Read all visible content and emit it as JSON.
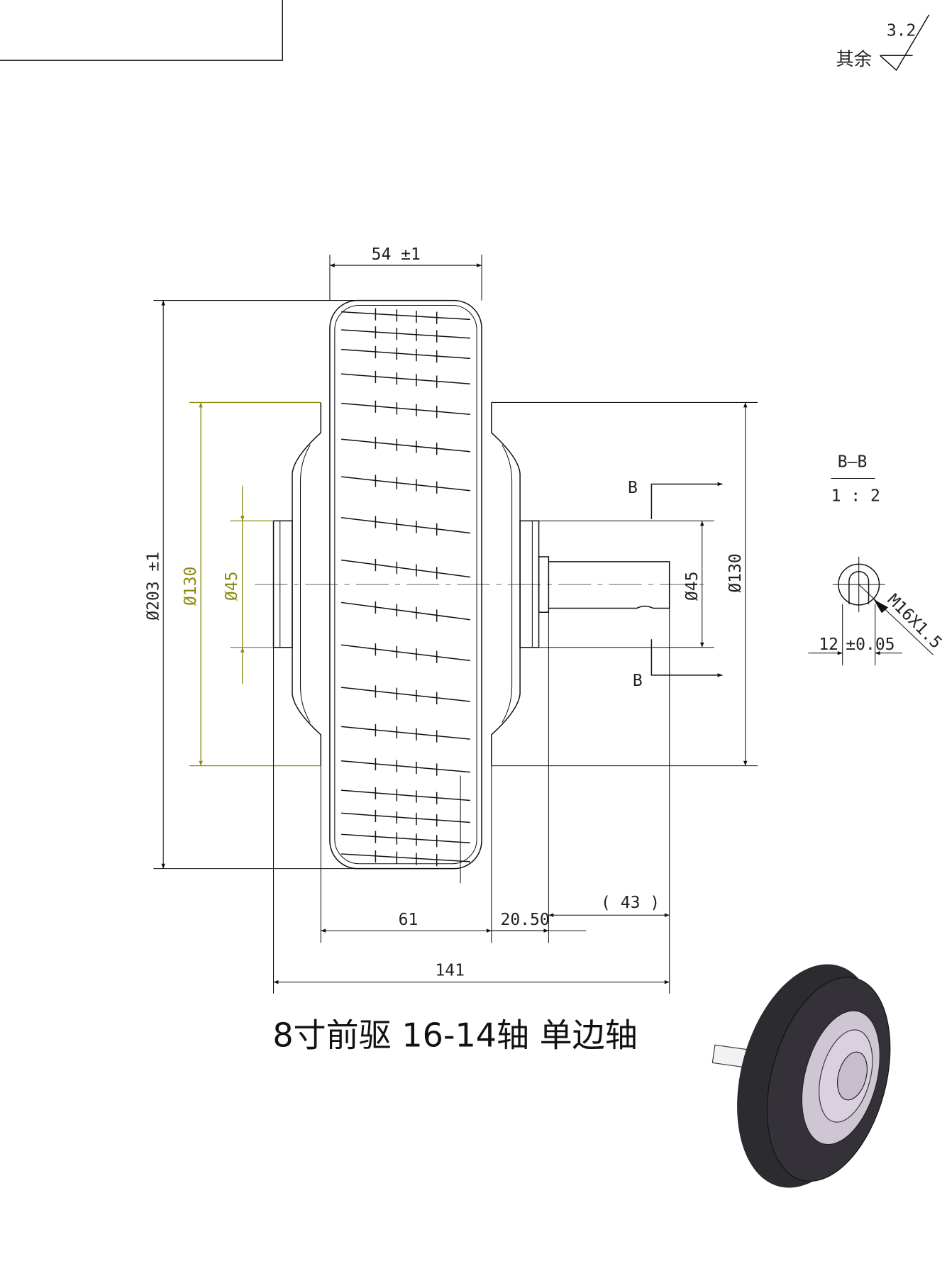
{
  "drawing": {
    "title": "8寸前驱 16-14轴  单边轴",
    "roughness": {
      "value": "3.2",
      "label": "其余"
    },
    "dimensions": {
      "tire_width": "54 ±1",
      "tire_diameter": "Ø203 ±1",
      "hub_diameter_left": "Ø130",
      "bearing_diameter_left": "Ø45",
      "hub_diameter_right": "Ø130",
      "bearing_diameter_right": "Ø45",
      "hub_width": "61",
      "flange_offset": "20.50",
      "shaft_length": "( 43 )",
      "overall_width": "141"
    },
    "section": {
      "marker_top": "B",
      "marker_bottom": "B",
      "label": "B—B",
      "scale": "1 : 2",
      "thread": "M16X1.5",
      "flat_width": "12",
      "flat_tolerance": "±0.05"
    },
    "colors": {
      "line": "#111111",
      "secondary_dim": "#8a8a10",
      "tire_3d": "#2a2a2e",
      "hub_3d": "#cfc6d4"
    }
  }
}
